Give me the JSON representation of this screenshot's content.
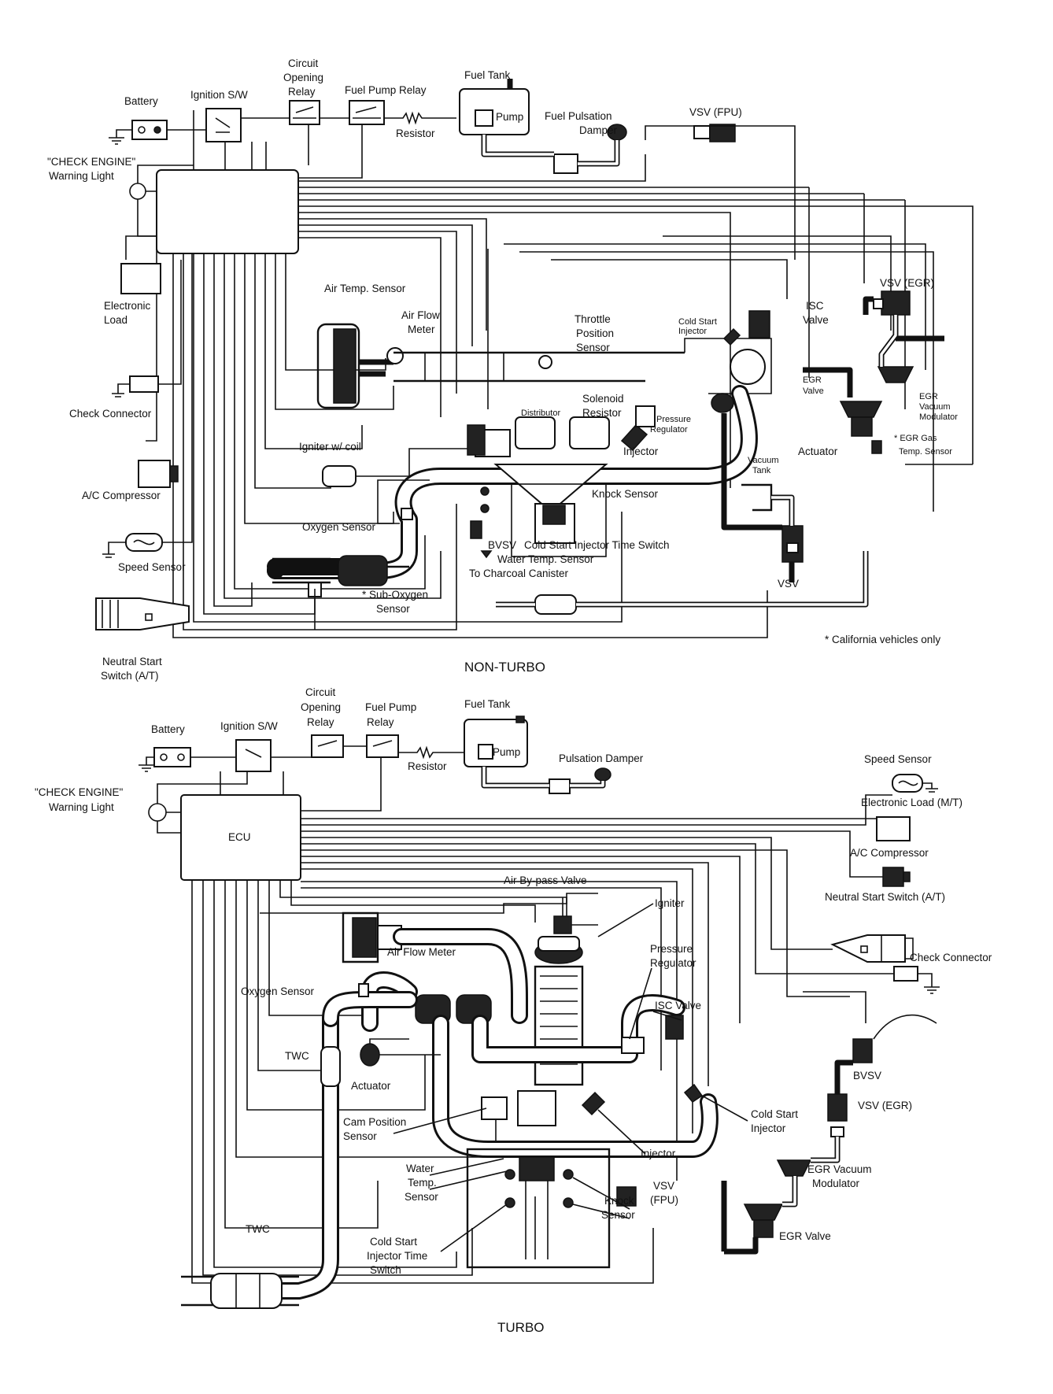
{
  "nonturbo": {
    "caption": "NON-TURBO",
    "battery": "Battery",
    "ignition": "Ignition S/W",
    "circuit_relay": [
      "Circuit",
      "Opening",
      "Relay"
    ],
    "fuel_pump_relay": "Fuel Pump Relay",
    "fuel_tank": "Fuel Tank",
    "pump": "Pump",
    "resistor": "Resistor",
    "fuel_pulsation_damper": [
      "Fuel Pulsation",
      "Damper"
    ],
    "vsv_fpu": "VSV (FPU)",
    "check_engine": [
      "\"CHECK ENGINE\"",
      "Warning Light"
    ],
    "electronic_load": [
      "Electronic",
      "Load"
    ],
    "check_connector": "Check Connector",
    "ac_compressor": "A/C Compressor",
    "speed_sensor": "Speed Sensor",
    "neutral_start": [
      "Neutral Start",
      "Switch (A/T)"
    ],
    "air_temp_sensor": "Air Temp. Sensor",
    "air_flow_meter": [
      "Air Flow",
      "Meter"
    ],
    "throttle_position": [
      "Throttle",
      "Position",
      "Sensor"
    ],
    "cold_start_injector": [
      "Cold Start",
      "Injector"
    ],
    "isc_valve": [
      "ISC",
      "Valve"
    ],
    "vsv_egr": "VSV (EGR)",
    "egr_valve": [
      "EGR",
      "Valve"
    ],
    "egr_vacuum_modulator": [
      "EGR",
      "Vacuum",
      "Modulator"
    ],
    "egr_gas_temp": [
      "* EGR Gas",
      "Temp. Sensor"
    ],
    "distributor": "Distributor",
    "solenoid_resistor": [
      "Solenoid",
      "Resistor"
    ],
    "pressure_regulator": [
      "Pressure",
      "Regulator"
    ],
    "igniter_coil": "Igniter w/ coil",
    "injector": "Injector",
    "actuator": "Actuator",
    "vacuum_tank": [
      "Vacuum",
      "Tank"
    ],
    "knock_sensor": "Knock Sensor",
    "oxygen_sensor": "Oxygen Sensor",
    "cold_start_time_switch": "Cold Start Injector Time Switch",
    "bvsv": "BVSV",
    "water_temp": "Water Temp. Sensor",
    "charcoal": "To Charcoal Canister",
    "sub_oxygen": [
      "* Sub-Oxygen",
      "Sensor"
    ],
    "vsv": "VSV",
    "california_note": "* California vehicles only"
  },
  "turbo": {
    "caption": "TURBO",
    "battery": "Battery",
    "ignition": "Ignition S/W",
    "circuit_relay": [
      "Circuit",
      "Opening",
      "Relay"
    ],
    "fuel_pump_relay": [
      "Fuel Pump",
      "Relay"
    ],
    "fuel_tank": "Fuel Tank",
    "pump": "Pump",
    "resistor": "Resistor",
    "pulsation_damper": "Pulsation Damper",
    "check_engine": [
      "\"CHECK ENGINE\"",
      "Warning Light"
    ],
    "ecu": "ECU",
    "speed_sensor": "Speed Sensor",
    "electronic_load": "Electronic Load (M/T)",
    "ac_compressor": "A/C Compressor",
    "neutral_start": "Neutral Start Switch (A/T)",
    "check_connector": "Check Connector",
    "air_bypass": "Air By-pass Valve",
    "igniter": "Igniter",
    "air_flow_meter": "Air Flow Meter",
    "pressure_regulator": [
      "Pressure",
      "Regulator"
    ],
    "oxygen_sensor": "Oxygen Sensor",
    "isc_valve": "ISC Valve",
    "bvsv": "BVSV",
    "twc_top": "TWC",
    "actuator": "Actuator",
    "cold_start_injector": [
      "Cold Start",
      "Injector"
    ],
    "vsv_egr": "VSV (EGR)",
    "cam_position": [
      "Cam Position",
      "Sensor"
    ],
    "injector": "Injector",
    "water_temp": [
      "Water",
      "Temp.",
      "Sensor"
    ],
    "knock_sensor": [
      "Knock",
      "Sensor"
    ],
    "vsv_fpu": [
      "VSV",
      "(FPU)"
    ],
    "egr_vacuum_modulator": [
      "EGR Vacuum",
      "Modulator"
    ],
    "twc_bottom": "TWC",
    "cold_start_time_switch": [
      "Cold Start",
      "Injector Time",
      "Switch"
    ],
    "egr_valve": "EGR Valve"
  }
}
